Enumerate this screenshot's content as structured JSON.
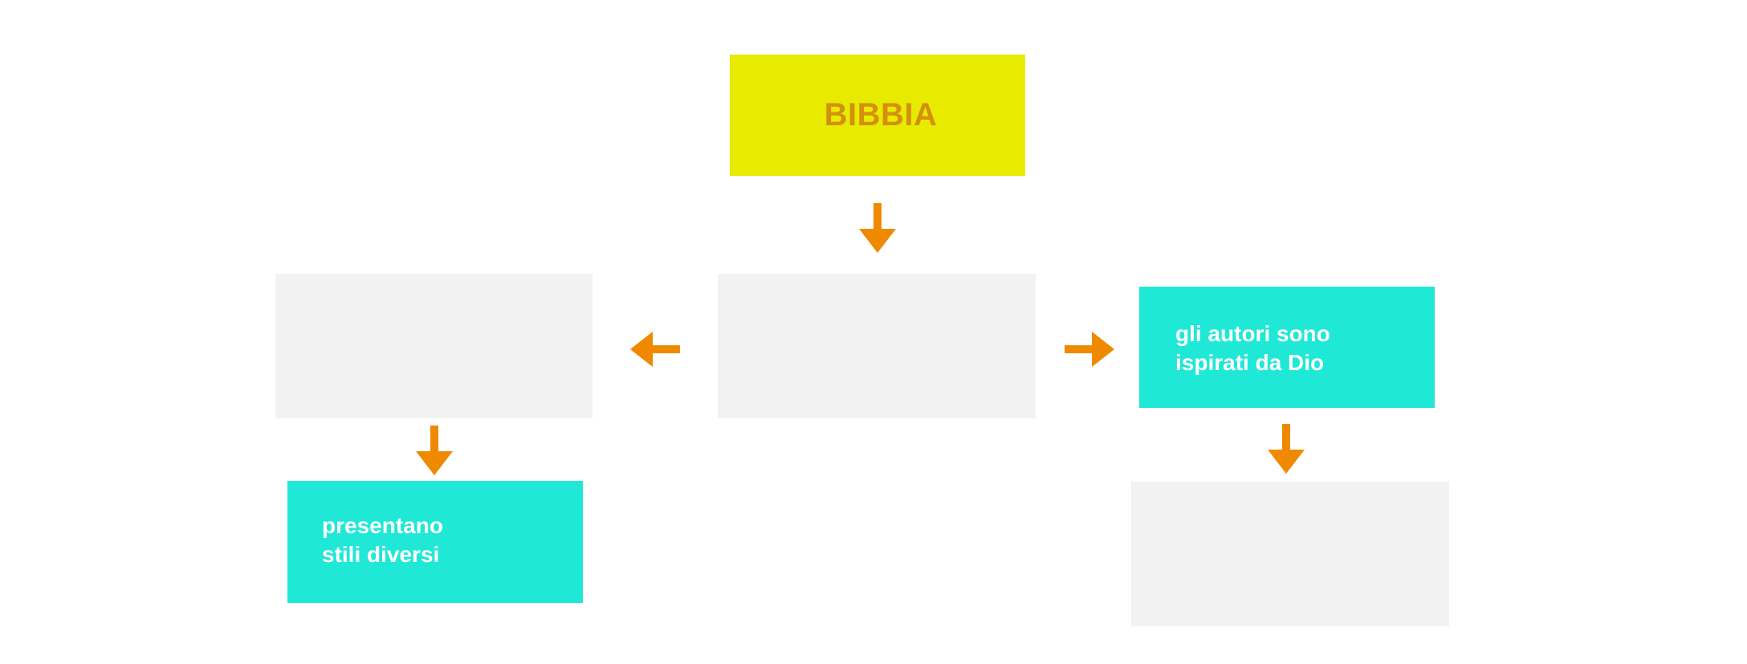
{
  "diagram": {
    "root": {
      "label": "BIBBIA",
      "fill": "#e8ea00",
      "text_color": "#d4900f"
    },
    "center_box": {
      "label": "",
      "fill": "#f2f2f2"
    },
    "left_box": {
      "label": "",
      "fill": "#f2f2f2"
    },
    "right_box": {
      "label": "gli autori sono\nispirati da Dio",
      "fill": "#1fe8d7",
      "text_color": "#ffffff"
    },
    "bottom_left_box": {
      "label": "presentano\nstili diversi",
      "fill": "#1fe8d7",
      "text_color": "#ffffff"
    },
    "bottom_right_box": {
      "label": "",
      "fill": "#f2f2f2"
    },
    "arrow_color": "#ef8a00"
  }
}
